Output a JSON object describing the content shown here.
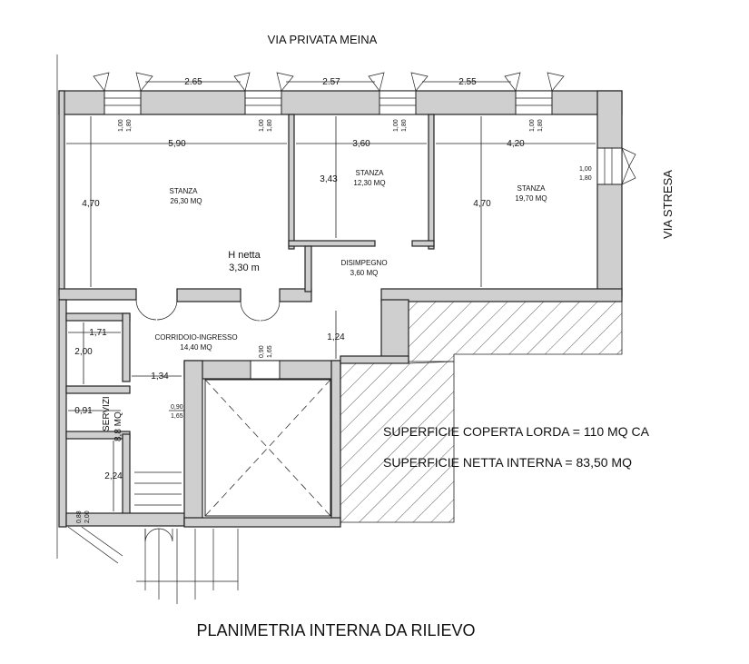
{
  "streets": {
    "north": "VIA PRIVATA MEINA",
    "east": "VIA STRESA"
  },
  "title": "PLANIMETRIA INTERNA DA RILIEVO",
  "window_spacings": [
    "2.65",
    "2.57",
    "2.55"
  ],
  "window_tag": {
    "w": "1,00",
    "h": "1,80"
  },
  "room_widths": [
    "5,90",
    "3,60",
    "4,20"
  ],
  "heights": {
    "left": "4,70",
    "middle": "3,43",
    "right": "4,70"
  },
  "rooms": {
    "stanza_1": {
      "name": "STANZA",
      "area": "26,30 MQ"
    },
    "stanza_2": {
      "name": "STANZA",
      "area": "12,30 MQ"
    },
    "stanza_3": {
      "name": "STANZA",
      "area": "19,70 MQ"
    },
    "disimpegno": {
      "name": "DISIMPEGNO",
      "area": "3,60 MQ"
    },
    "corridoio": {
      "name": "CORRIDOIO-INGRESSO",
      "area": "14,40 MQ"
    },
    "servizi": {
      "name": "SERVIZI",
      "area": "8,8 MQ"
    }
  },
  "h_netta": {
    "label": "H netta",
    "value": "3,30 m"
  },
  "dims_small": {
    "a": "1,71",
    "b": "2,00",
    "c": "1,34",
    "d": "0,91",
    "e": "2,24",
    "f": "1,24",
    "door_w": "0,90",
    "door_h": "1,65",
    "g_w": "0,88",
    "g_h": "2,00"
  },
  "surfaces": {
    "coperta": "SUPERFICIE COPERTA LORDA = 110 MQ CA",
    "netta": "SUPERFICIE NETTA INTERNA = 83,50 MQ"
  }
}
